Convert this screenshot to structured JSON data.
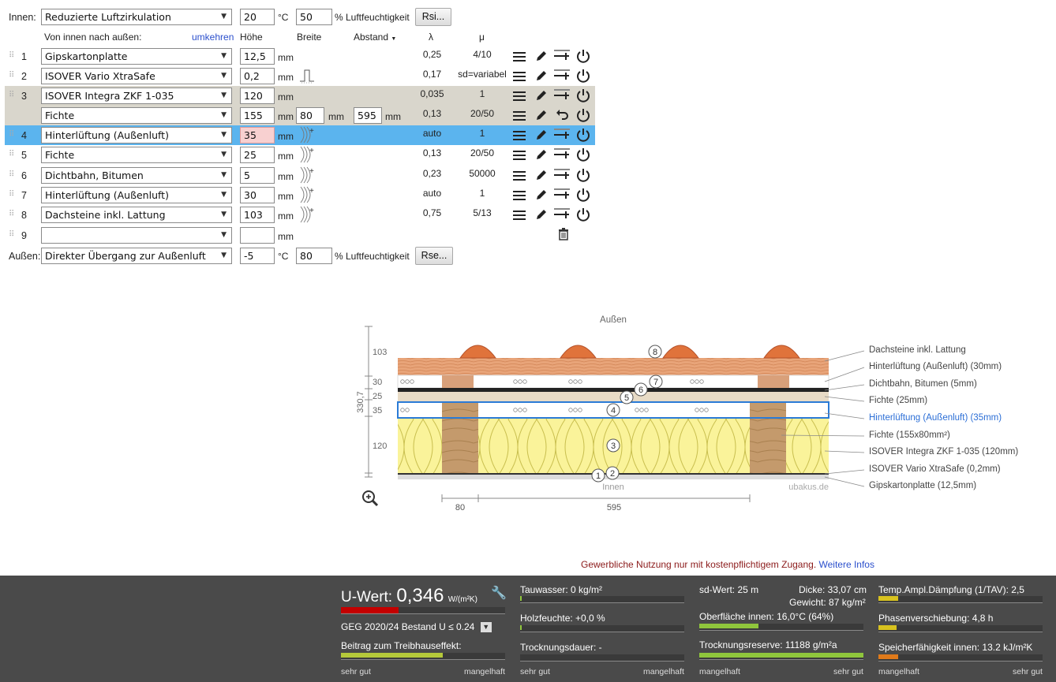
{
  "inside": {
    "label": "Innen:",
    "select": "Reduzierte Luftzirkulation",
    "temp": "20",
    "temp_unit": "°C",
    "humidity": "50",
    "humidity_unit": "% Luftfeuchtigkeit",
    "rsi_button": "Rsi..."
  },
  "header": {
    "direction": "Von innen nach außen:",
    "reverse_link": "umkehren",
    "height": "Höhe",
    "width": "Breite",
    "distance": "Abstand",
    "lambda": "λ",
    "mu": "μ"
  },
  "layers": [
    {
      "num": "1",
      "material": "Gipskartonplatte",
      "height": "12,5",
      "unit": "mm",
      "lambda": "0,25",
      "mu": "4/10"
    },
    {
      "num": "2",
      "material": "ISOVER Vario XtraSafe",
      "height": "0,2",
      "unit": "mm",
      "lambda": "0,17",
      "mu": "sd=variabel"
    },
    {
      "num": "3",
      "material": "ISOVER Integra ZKF 1-035",
      "height": "120",
      "unit": "mm",
      "lambda": "0,035",
      "mu": "1"
    },
    {
      "num": "",
      "material": "Fichte",
      "height": "155",
      "unit": "mm",
      "width": "80",
      "width_unit": "mm",
      "distance": "595",
      "distance_unit": "mm",
      "lambda": "0,13",
      "mu": "20/50"
    },
    {
      "num": "4",
      "material": "Hinterlüftung (Außenluft)",
      "height": "35",
      "unit": "mm",
      "lambda": "auto",
      "mu": "1"
    },
    {
      "num": "5",
      "material": "Fichte",
      "height": "25",
      "unit": "mm",
      "lambda": "0,13",
      "mu": "20/50"
    },
    {
      "num": "6",
      "material": "Dichtbahn, Bitumen",
      "height": "5",
      "unit": "mm",
      "lambda": "0,23",
      "mu": "50000"
    },
    {
      "num": "7",
      "material": "Hinterlüftung (Außenluft)",
      "height": "30",
      "unit": "mm",
      "lambda": "auto",
      "mu": "1"
    },
    {
      "num": "8",
      "material": "Dachsteine inkl. Lattung",
      "height": "103",
      "unit": "mm",
      "lambda": "0,75",
      "mu": "5/13"
    },
    {
      "num": "9",
      "material": "",
      "height": "",
      "unit": "mm",
      "lambda": "",
      "mu": ""
    }
  ],
  "outside": {
    "label": "Außen:",
    "select": "Direkter Übergang zur Außenluft",
    "temp": "-5",
    "temp_unit": "°C",
    "humidity": "80",
    "humidity_unit": "% Luftfeuchtigkeit",
    "rse_button": "Rse..."
  },
  "diagram": {
    "top_label": "Außen",
    "bottom_label": "Innen",
    "watermark": "ubakus.de",
    "total_height": "330,7",
    "dims": [
      "103",
      "30",
      "25",
      "35",
      "120"
    ],
    "width_dims": [
      "80",
      "595"
    ],
    "legend": [
      "Dachsteine inkl. Lattung",
      "Hinterlüftung (Außenluft) (30mm)",
      "Dichtbahn, Bitumen (5mm)",
      "Fichte (25mm)",
      "Hinterlüftung (Außenluft) (35mm)",
      "Fichte (155x80mm²)",
      "ISOVER Integra ZKF 1-035 (120mm)",
      "ISOVER Vario XtraSafe (0,2mm)",
      "Gipskartonplatte (12,5mm)"
    ],
    "markers": [
      "1",
      "2",
      "3",
      "4",
      "5",
      "6",
      "7",
      "8"
    ]
  },
  "notice": {
    "text": "Gewerbliche Nutzung nur mit kostenpflichtigem Zugang.",
    "link": "Weitere Infos"
  },
  "results": {
    "u_label": "U-Wert:",
    "u_value": "0,346",
    "u_unit": "W/(m²K)",
    "u_level": 0.35,
    "standard": "GEG 2020/24 Bestand U ≤ 0.24",
    "greenhouse": "Beitrag zum Treibhauseffekt:",
    "greenhouse_level": 0.62,
    "scale_good": "sehr gut",
    "scale_bad": "mangelhaft",
    "tauwasser": "Tauwasser: 0 kg/m²",
    "tauwasser_level": 0.01,
    "holzfeuchte": "Holzfeuchte: +0,0 %",
    "holzfeuchte_level": 0.01,
    "trocknungsdauer": "Trocknungsdauer: -",
    "sd_wert": "sd-Wert: 25 m",
    "dicke": "Dicke: 33,07 cm",
    "gewicht": "Gewicht: 87 kg/m²",
    "oberflaeche": "Oberfläche innen: 16,0°C (64%)",
    "oberflaeche_level": 0.36,
    "trocknungsreserve": "Trocknungsreserve: 11188 g/m²a",
    "trocknungsreserve_level": 1.0,
    "temp_ampl": "Temp.Ampl.Dämpfung (1/TAV): 2,5",
    "temp_ampl_level": 0.12,
    "phase": "Phasenverschiebung: 4,8 h",
    "phase_level": 0.11,
    "speicher": "Speicherfähigkeit innen: 13.2 kJ/m²K",
    "speicher_level": 0.12
  },
  "colors": {
    "highlight_row": "#5bb4ee",
    "grey_row": "#d9d6cc",
    "link": "#2b4fcc",
    "notice": "#8b1a1a",
    "u_bar": "#c40000",
    "green_bar": "#8fc63c"
  }
}
